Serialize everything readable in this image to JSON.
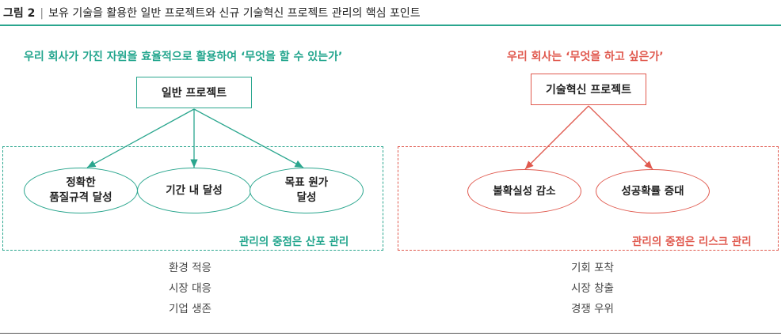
{
  "figure": {
    "label": "그림 2",
    "separator": "|",
    "caption": "보유 기술을 활용한 일반 프로젝트와 신규 기술혁신 프로젝트 관리의 핵심 포인트"
  },
  "colors": {
    "teal": "#2aa68e",
    "red": "#e0594e"
  },
  "left": {
    "heading": "우리 회사가 가진 자원을 효율적으로 활용하여 ‘무엇을 할 수 있는가’",
    "project": "일반 프로젝트",
    "goals": [
      {
        "line1": "정확한",
        "line2": "품질규격 달성"
      },
      {
        "line1": "기간 내 달성",
        "line2": ""
      },
      {
        "line1": "목표 원가",
        "line2": "달성"
      }
    ],
    "focus": "관리의 중점은 산포 관리",
    "outcomes": [
      "환경 적응",
      "시장 대응",
      "기업 생존"
    ]
  },
  "right": {
    "heading": "우리 회사는 ‘무엇을 하고 싶은가’",
    "project": "기술혁신 프로젝트",
    "goals": [
      {
        "line1": "불확실성 감소",
        "line2": ""
      },
      {
        "line1": "성공확률 증대",
        "line2": ""
      }
    ],
    "focus": "관리의 중점은 리스크 관리",
    "outcomes": [
      "기회 포착",
      "시장 창출",
      "경쟁 우위"
    ]
  }
}
